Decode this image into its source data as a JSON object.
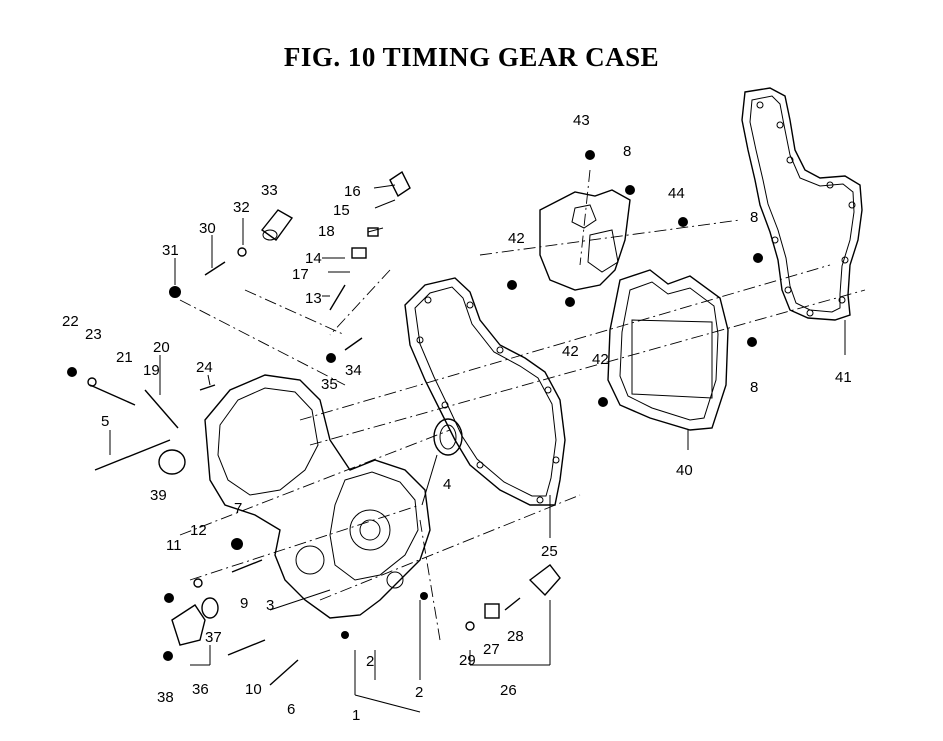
{
  "title": "FIG. 10  TIMING GEAR CASE",
  "callouts": {
    "c1": "1",
    "c2a": "2",
    "c2b": "2",
    "c3": "3",
    "c4": "4",
    "c5": "5",
    "c6": "6",
    "c7": "7",
    "c8a": "8",
    "c8b": "8",
    "c8c": "8",
    "c9": "9",
    "c10": "10",
    "c11": "11",
    "c12": "12",
    "c13": "13",
    "c14": "14",
    "c15": "15",
    "c16": "16",
    "c17": "17",
    "c18": "18",
    "c19": "19",
    "c20": "20",
    "c21": "21",
    "c22": "22",
    "c23": "23",
    "c24": "24",
    "c25": "25",
    "c26": "26",
    "c27": "27",
    "c28": "28",
    "c29": "29",
    "c30": "30",
    "c31": "31",
    "c32": "32",
    "c33": "33",
    "c34": "34",
    "c35": "35",
    "c36": "36",
    "c37": "37",
    "c38": "38",
    "c39": "39",
    "c40": "40",
    "c41": "41",
    "c42a": "42",
    "c42b": "42",
    "c42c": "42",
    "c43": "43",
    "c44": "44"
  }
}
